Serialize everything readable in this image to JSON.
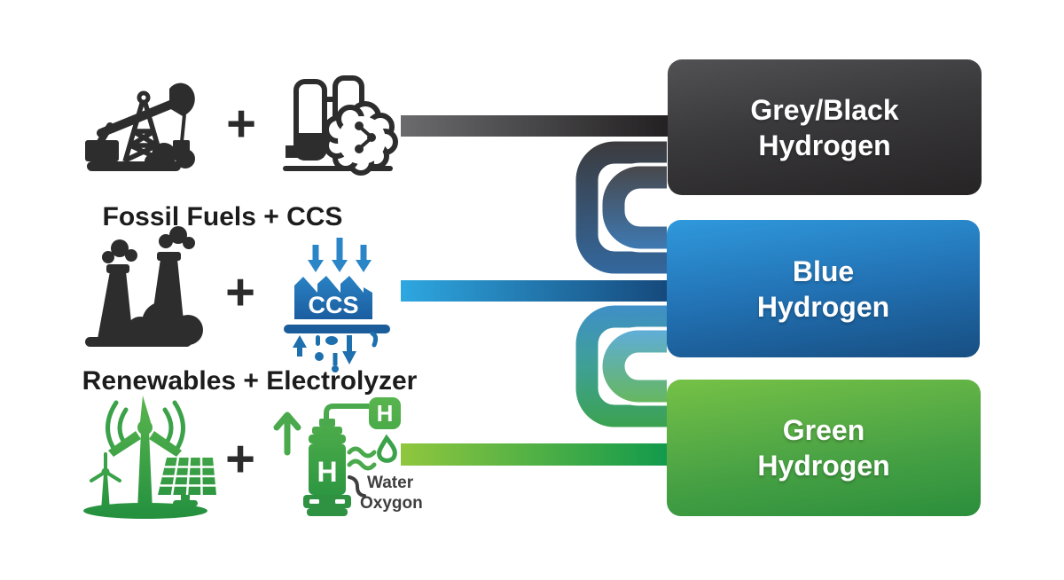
{
  "diagram": {
    "plus": "+",
    "row_labels": {
      "row1": "",
      "row2": "Fossil Fuels + CCS",
      "row3": "Renewables + Electrolyzer"
    },
    "boxes": [
      {
        "line1": "Grey/Black",
        "line2": "Hydrogen",
        "top_color": "#4e4d4f",
        "bottom_color": "#262425"
      },
      {
        "line1": "Blue",
        "line2": "Hydrogen",
        "top_color": "#2e97da",
        "bottom_color": "#174e82"
      },
      {
        "line1": "Green",
        "line2": "Hydrogen",
        "top_color": "#74c046",
        "bottom_color": "#2b8e3c"
      }
    ],
    "icon_labels": {
      "ccs": "CCS",
      "tank_h": "H",
      "badge_h": "H",
      "water": "Water",
      "oxygen": "Oxygon"
    },
    "bar_colors": {
      "grey": [
        "#6b6b6d",
        "#232122"
      ],
      "blue": [
        "#2ea7e0",
        "#16497c"
      ],
      "green": [
        "#90c73e",
        "#129a4c"
      ]
    }
  }
}
